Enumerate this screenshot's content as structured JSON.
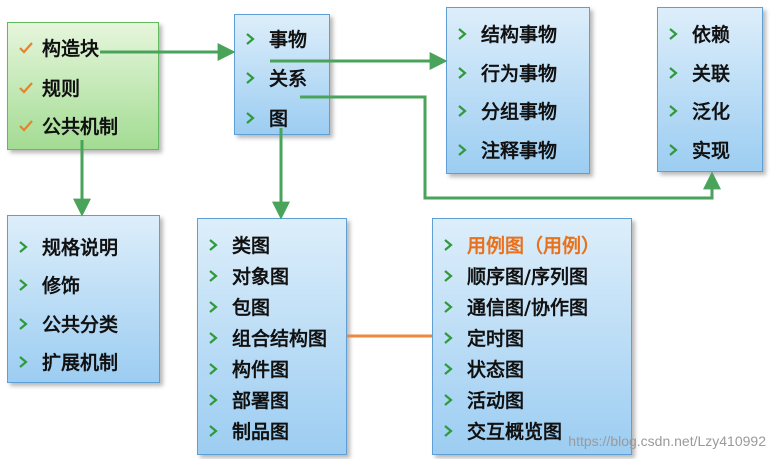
{
  "colors": {
    "arrow_green": "#4aa35a",
    "line_orange": "#f0883c",
    "check_orange": "#e8822a",
    "chevron_green": "#2f9a3a",
    "highlight_orange": "#e9711c"
  },
  "boxes": {
    "uml_elements": [
      "构造块",
      "规则",
      "公共机制"
    ],
    "building_blocks": [
      "事物",
      "关系",
      "图"
    ],
    "things": [
      "结构事物",
      "行为事物",
      "分组事物",
      "注释事物"
    ],
    "relationships": [
      "依赖",
      "关联",
      "泛化",
      "实现"
    ],
    "common_mechanisms": [
      "规格说明",
      "修饰",
      "公共分类",
      "扩展机制"
    ],
    "structural_diagrams": [
      "类图",
      "对象图",
      "包图",
      "组合结构图",
      "构件图",
      "部署图",
      "制品图"
    ],
    "behavioral_diagrams": [
      "用例图（用例）",
      "顺序图/序列图",
      "通信图/协作图",
      "定时图",
      "状态图",
      "活动图",
      "交互概览图"
    ]
  },
  "watermark": "https://blog.csdn.net/Lzy410992"
}
